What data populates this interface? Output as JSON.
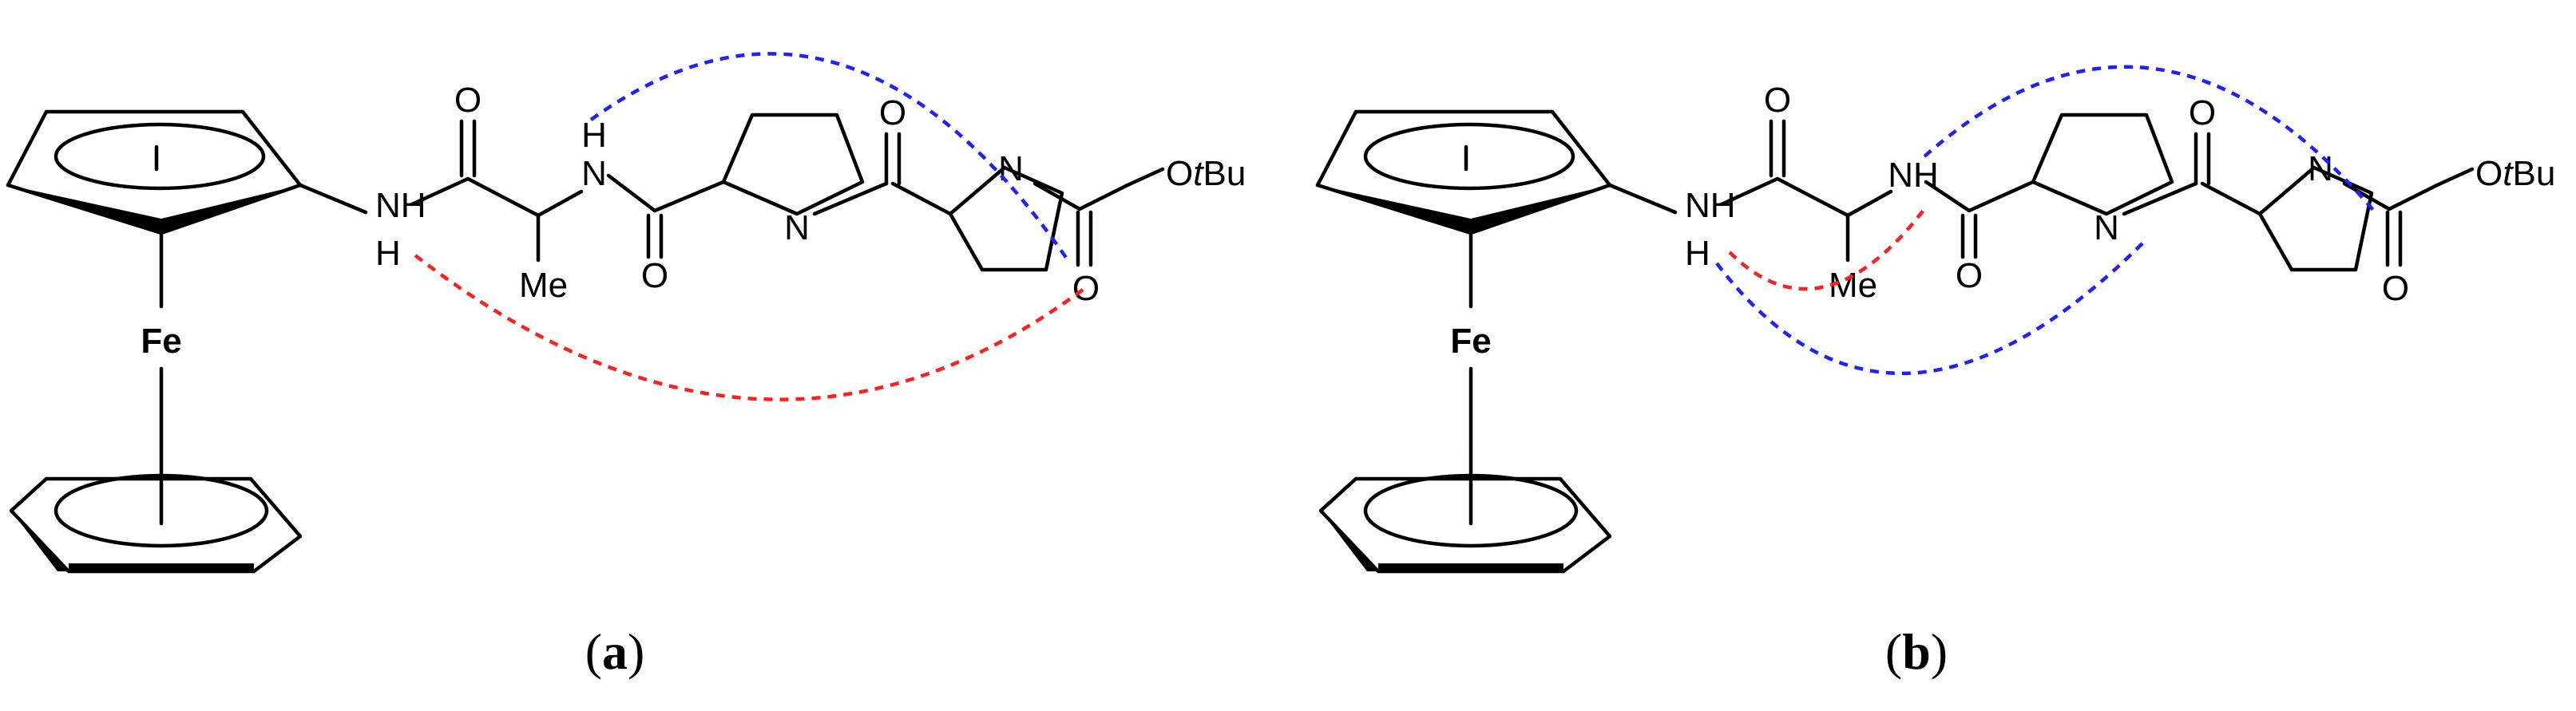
{
  "atoms": {
    "metal": "Fe",
    "nh": "NH",
    "n": "N",
    "h": "H",
    "o": "O",
    "methyl": "Me",
    "ester": "OtBu",
    "ester_o": "O",
    "ester_t": "t",
    "ester_bu": "Bu"
  },
  "panels": [
    {
      "label_open": "(",
      "letter": "a",
      "label_close": ")"
    },
    {
      "label_open": "(",
      "letter": "b",
      "label_close": ")"
    }
  ],
  "colors": {
    "hbond_red": "#ff1f1f",
    "hbond_blue": "#1f1fff",
    "structure": "#000000"
  }
}
